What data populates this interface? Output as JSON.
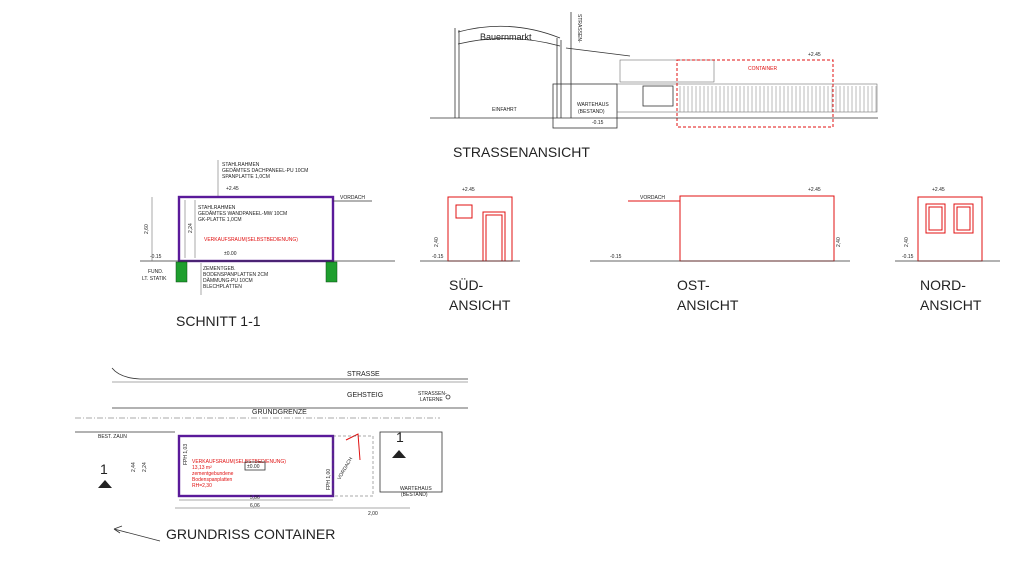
{
  "strassenansicht": {
    "title": "STRASSENANSICHT",
    "sign": "Bauernmarkt",
    "laterne": "STRASSEN-\nLATERNE",
    "einfahrt": "EINFAHRT",
    "wartehaus": "WARTEHAUS\n(BESTAND)",
    "container": "CONTAINER",
    "level_top": "+2.45",
    "level_base": "-0.15"
  },
  "schnitt": {
    "title": "SCHNITT  1-1",
    "roof_notes": "STAHLRAHMEN\nGEDÄMTES DACHPANEEL-PU 10CM\nSPANPLATTE 1,0CM",
    "wall_notes": "STAHLRAHMEN\nGEDÄMTES WANDPANEEL-MW 10CM\nGK-PLATTE 1,0CM",
    "room": "VERKAUFSRAUM(SELBSTBEDIENUNG)",
    "floor_notes": "ZEMENTGEB.\nBODENSPANPLATTEN 2CM\nDÄMMUNG-PU 10CM\nBLECHPLATTEN",
    "fund": "FUND.\nLT. STATIK",
    "vordach": "VORDACH",
    "dim_height": "2,60",
    "dim_inner": "2,24",
    "level_top": "+2.45",
    "level_floor": "±0.00",
    "level_base": "-0.15"
  },
  "sued": {
    "title": "SÜD-\nANSICHT",
    "level_top": "+2.45",
    "level_base": "-0.15",
    "dim": "2,40"
  },
  "ost": {
    "title": "OST-\nANSICHT",
    "vordach": "VORDACH",
    "level_top": "+2.45",
    "level_base": "-0.15",
    "dim": "2,40"
  },
  "nord": {
    "title": "NORD-\nANSICHT",
    "level_top": "+2.45",
    "level_base": "-0.15",
    "dim": "2,40"
  },
  "grundriss": {
    "title": "GRUNDRISS CONTAINER",
    "strasse": "STRASSE",
    "gehsteig": "GEHSTEIG",
    "laterne": "STRASSEN-\nLATERNE",
    "grundgrenze": "GRUNDGRENZE",
    "zaun": "BEST. ZAUN",
    "wartehaus": "WARTEHAUS\n(BESTAND)",
    "room": "VERKAUFSRAUM(SELBSTBEDIENUNG)",
    "room_details": "13,13 m²\nzementgebundene\nBodenspanplatten\nRH=2,30",
    "level": "±0.00",
    "vordach": "VORDACH",
    "section_mark": "1",
    "dim_586": "5,86",
    "dim_606": "6,06",
    "dim_200": "2,00",
    "dim_244": "2,44",
    "dim_224": "2,24",
    "fph_left": "FPH 1,03",
    "fph_right": "FPH 1,00"
  }
}
